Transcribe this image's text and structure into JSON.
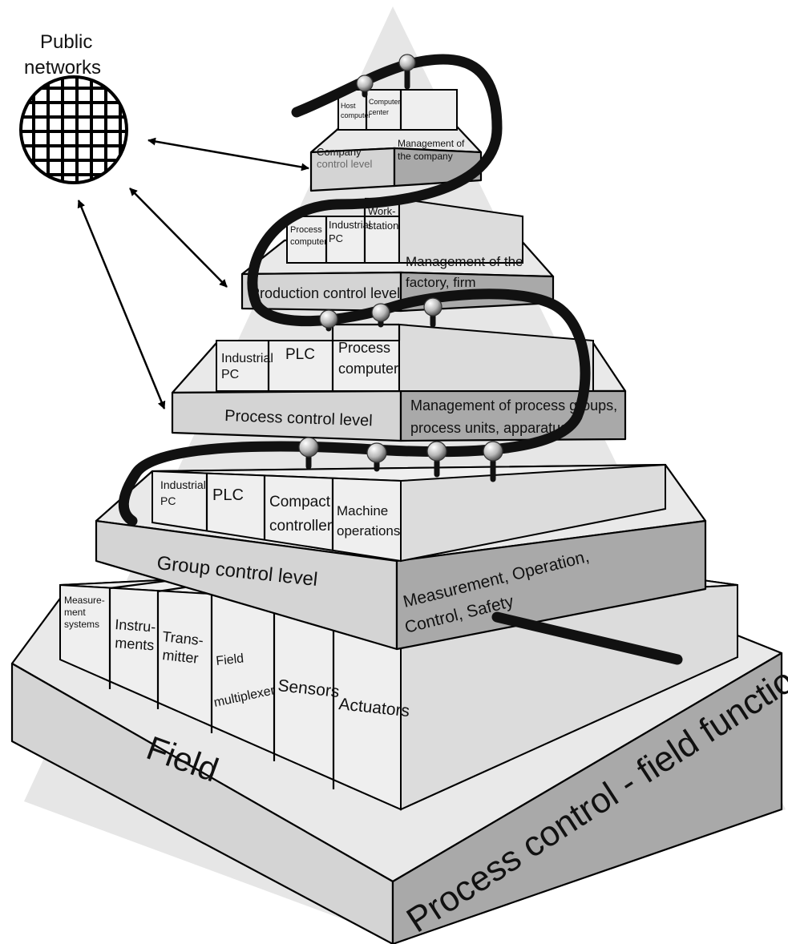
{
  "public_networks": {
    "line1": "Public",
    "line2": "networks"
  },
  "levels": {
    "company": {
      "title_line1": "Company",
      "title_line2": "control level",
      "desc_line1": "Management of",
      "desc_line2": "the company",
      "boxes": [
        {
          "line1": "Host",
          "line2": "computer"
        },
        {
          "line1": "Computer",
          "line2": "center"
        }
      ]
    },
    "production": {
      "title": "Production control level",
      "desc_line1": "Management of the",
      "desc_line2": "factory, firm",
      "boxes": [
        {
          "line1": "Process",
          "line2": "computer"
        },
        {
          "line1": "Industrial",
          "line2": "PC"
        },
        {
          "line1": "Work-",
          "line2": "station"
        }
      ]
    },
    "process": {
      "title": "Process control level",
      "desc_line1": "Management of process groups,",
      "desc_line2": "process units, apparatus",
      "boxes": [
        {
          "line1": "Industrial",
          "line2": "PC"
        },
        {
          "line1": "PLC",
          "line2": ""
        },
        {
          "line1": "Process",
          "line2": "computer"
        }
      ]
    },
    "group": {
      "title": "Group control level",
      "desc_line1": "Measurement, Operation,",
      "desc_line2": "Control, Safety",
      "boxes": [
        {
          "line1": "Industrial",
          "line2": "PC"
        },
        {
          "line1": "PLC",
          "line2": ""
        },
        {
          "line1": "Compact",
          "line2": "controller"
        },
        {
          "line1": "Machine",
          "line2": "operations"
        }
      ]
    },
    "field": {
      "title": "Field",
      "desc": "Process control - field functions",
      "boxes": [
        {
          "line1": "Measure-",
          "line2": "ment",
          "line3": "systems"
        },
        {
          "line1": "Instru-",
          "line2": "ments",
          "line3": ""
        },
        {
          "line1": "Trans-",
          "line2": "mitter",
          "line3": ""
        },
        {
          "line1": "Field",
          "line2": "multiplexer",
          "line3": ""
        },
        {
          "line1": "Sensors",
          "line2": "",
          "line3": ""
        },
        {
          "line1": "Actuators",
          "line2": "",
          "line3": ""
        }
      ]
    }
  },
  "colors": {
    "background_triangle": "#e6e6e6",
    "slab_top": "#e9e9e9",
    "slab_front": "#d4d4d4",
    "slab_side": "#a9a9a9",
    "cable": "#111111"
  }
}
